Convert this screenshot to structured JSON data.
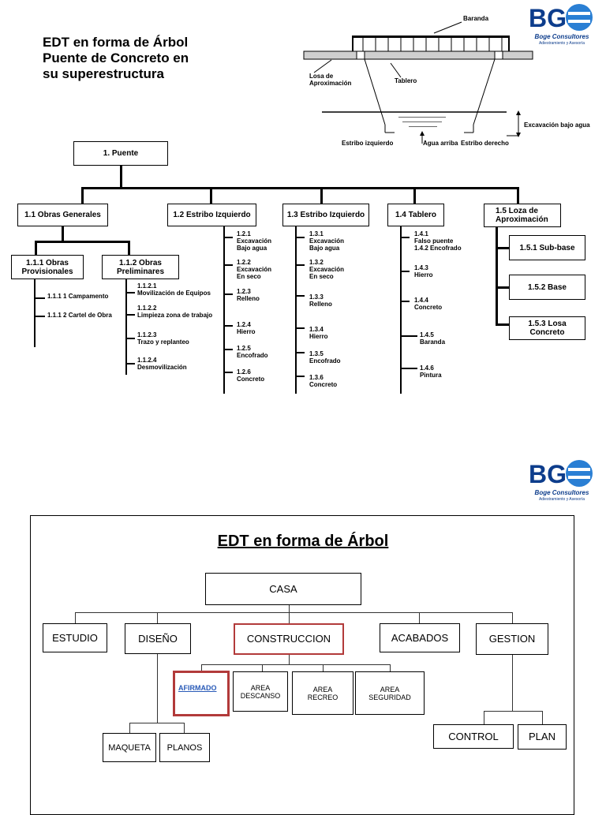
{
  "section1": {
    "title": "EDT en forma de Árbol\nPuente de Concreto en\nsu superestructura",
    "bridge_labels": {
      "baranda": "Baranda",
      "losa": "Losa de\nAproximación",
      "tablero": "Tablero",
      "excavacion": "Excavación bajo agua",
      "estribo_izq": "Estribo izquierdo",
      "agua": "Agua arriba",
      "estribo_der": "Estribo derecho"
    },
    "root": "1. Puente",
    "level1": [
      "1.1 Obras Generales",
      "1.2 Estribo Izquierdo",
      "1.3 Estribo Izquierdo",
      "1.4 Tablero",
      "1.5 Loza de\nAproximación"
    ],
    "obras": {
      "prov": "1.1.1 Obras\nProvisionales",
      "prel": "1.1.2 Obras\nPreliminares",
      "prov_items": [
        "1.1.1 1 Campamento",
        "1.1.1 2 Cartel de Obra"
      ],
      "prel_items": [
        "1.1.2.1\nMovilización de Equipos",
        "1.1.2.2\nLimpieza zona de trabajo",
        "1.1.2.3\nTrazo y replanteo",
        "1.1.2.4\nDesmovilización"
      ]
    },
    "estribo12_items": [
      "1.2.1\nExcavación\nBajo agua",
      "1.2.2\nExcavación\nEn seco",
      "1.2.3\nRelleno",
      "1.2.4\nHierro",
      "1.2.5\nEncofrado",
      "1.2.6\nConcreto"
    ],
    "estribo13_items": [
      "1.3.1\nExcavación\nBajo agua",
      "1.3.2\nExcavación\nEn seco",
      "1.3.3\nRelleno",
      "1.3.4\nHierro",
      "1.3.5\nEncofrado",
      "1.3.6\nConcreto"
    ],
    "tablero_items": [
      "1.4.1\nFalso puente\n1.4.2 Encofrado",
      "1.4.3\nHierro",
      "1.4.4\nConcreto",
      "1.4.5\nBaranda",
      "1.4.6\nPintura"
    ],
    "loza_items": [
      "1.5.1 Sub-base",
      "1.5.2 Base",
      "1.5.3  Losa\nConcreto"
    ]
  },
  "logo": {
    "mark": "BG",
    "name": "Boge Consultores",
    "tagline": "Adiestramiento y Asesoría"
  },
  "section2": {
    "title": "EDT en forma de Árbol",
    "root": "CASA",
    "level1": [
      "ESTUDIO",
      "DISEÑO",
      "CONSTRUCCION",
      "ACABADOS",
      "GESTION"
    ],
    "diseno_children": [
      "MAQUETA",
      "PLANOS"
    ],
    "construccion_children": [
      "AFIRMADO",
      "AREA\nDESCANSO",
      "AREA\nRECREO",
      "AREA\nSEGURIDAD"
    ],
    "gestion_children": [
      "CONTROL",
      "PLAN"
    ],
    "highlight_color": "#b23a3a",
    "link_color": "#2a5bb8"
  }
}
